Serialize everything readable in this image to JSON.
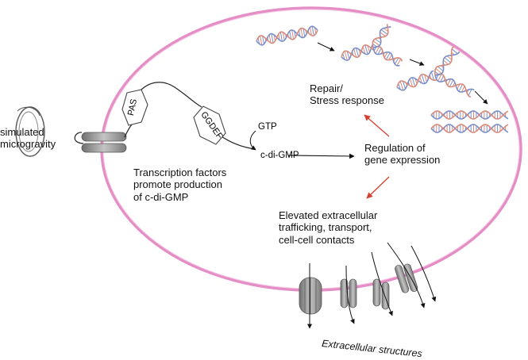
{
  "labels": {
    "simulated_microgravity": [
      "simulated",
      "microgravity"
    ],
    "repair": [
      "Repair/",
      "Stress response"
    ],
    "transcription": [
      "Transcription factors",
      "promote production",
      "of c-di-GMP"
    ],
    "regulation": [
      "Regulation of",
      "gene expression"
    ],
    "elevated": [
      "Elevated extracellular",
      "trafficking, transport,",
      "cell-cell contacts"
    ],
    "extracellular": "Extracellular structures",
    "gtp": "GTP",
    "cdigmp": "c-di-GMP"
  },
  "domains": {
    "pas": "PAS",
    "ggdef": "GGDEF"
  },
  "colors": {
    "membrane": "#e58ec6",
    "red_arrow": "#d6402e",
    "black_arrow": "#111111",
    "dna_strand_a": "#7b8fc7",
    "dna_strand_b": "#d98a7a",
    "protein_gray": "#9a9a9a"
  }
}
